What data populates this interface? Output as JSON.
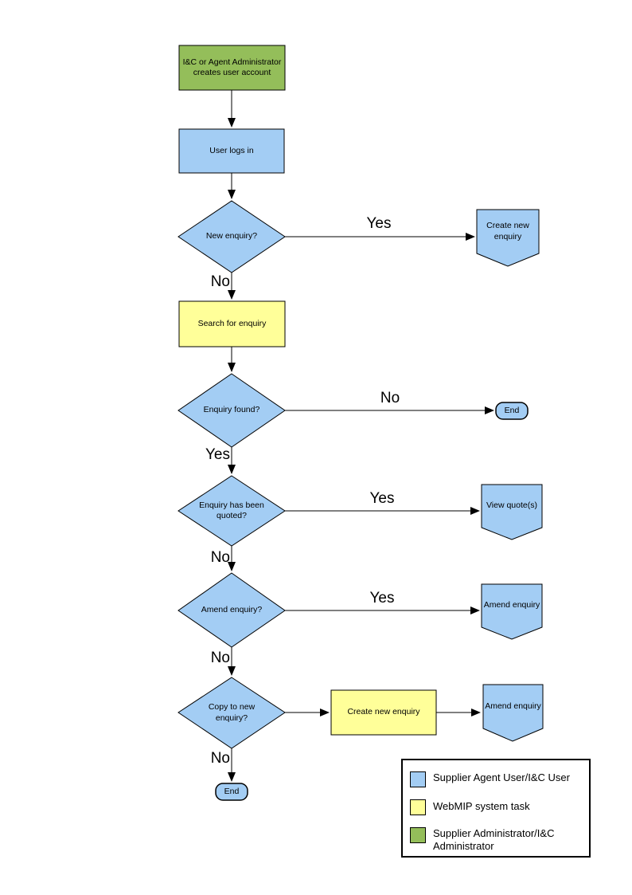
{
  "colors": {
    "user_task": "#A3CDF4",
    "system_task": "#FFFF99",
    "admin_task": "#94BE5A",
    "outline": "#000000"
  },
  "nodes": {
    "create_account": {
      "label": "I&C or Agent Administrator creates user account"
    },
    "user_logs_in": {
      "label": "User logs in"
    },
    "new_enquiry": {
      "label": "New enquiry?"
    },
    "create_new_enquiry_offpage": {
      "label": "Create new enquiry"
    },
    "search_for_enquiry": {
      "label": "Search for enquiry"
    },
    "enquiry_found": {
      "label": "Enquiry found?"
    },
    "end_1": {
      "label": "End"
    },
    "enquiry_quoted": {
      "label": "Enquiry has been quoted?"
    },
    "view_quotes": {
      "label": "View quote(s)"
    },
    "amend_enquiry_q": {
      "label": "Amend enquiry?"
    },
    "amend_enquiry_offpage_1": {
      "label": "Amend enquiry"
    },
    "copy_to_new": {
      "label": "Copy to new enquiry?"
    },
    "create_new_enquiry_task": {
      "label": "Create new enquiry"
    },
    "amend_enquiry_offpage_2": {
      "label": "Amend enquiry"
    },
    "end_2": {
      "label": "End"
    }
  },
  "edge_labels": {
    "yes_new_enquiry": "Yes",
    "no_new_enquiry": "No",
    "no_enquiry_found": "No",
    "yes_enquiry_found": "Yes",
    "yes_quoted": "Yes",
    "no_quoted": "No",
    "yes_amend": "Yes",
    "no_amend": "No",
    "no_copy": "No"
  },
  "legend": {
    "items": [
      {
        "label": "Supplier Agent User/I&C User"
      },
      {
        "label": "WebMIP system task"
      },
      {
        "label": "Supplier Administrator/I&C Administrator"
      }
    ]
  }
}
